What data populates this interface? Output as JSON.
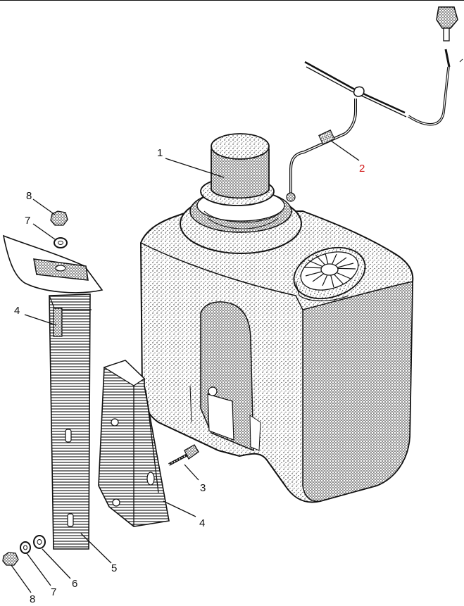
{
  "colors": {
    "ink": "#111111",
    "paper": "#ffffff",
    "highlight": "#d21a1a"
  },
  "callouts": {
    "c1": "1",
    "c2": "2",
    "c3": "3",
    "c4a": "4",
    "c4b": "4",
    "c5": "5",
    "c6": "6",
    "c7a": "7",
    "c7b": "7",
    "c8a": "8",
    "c8b": "8"
  }
}
